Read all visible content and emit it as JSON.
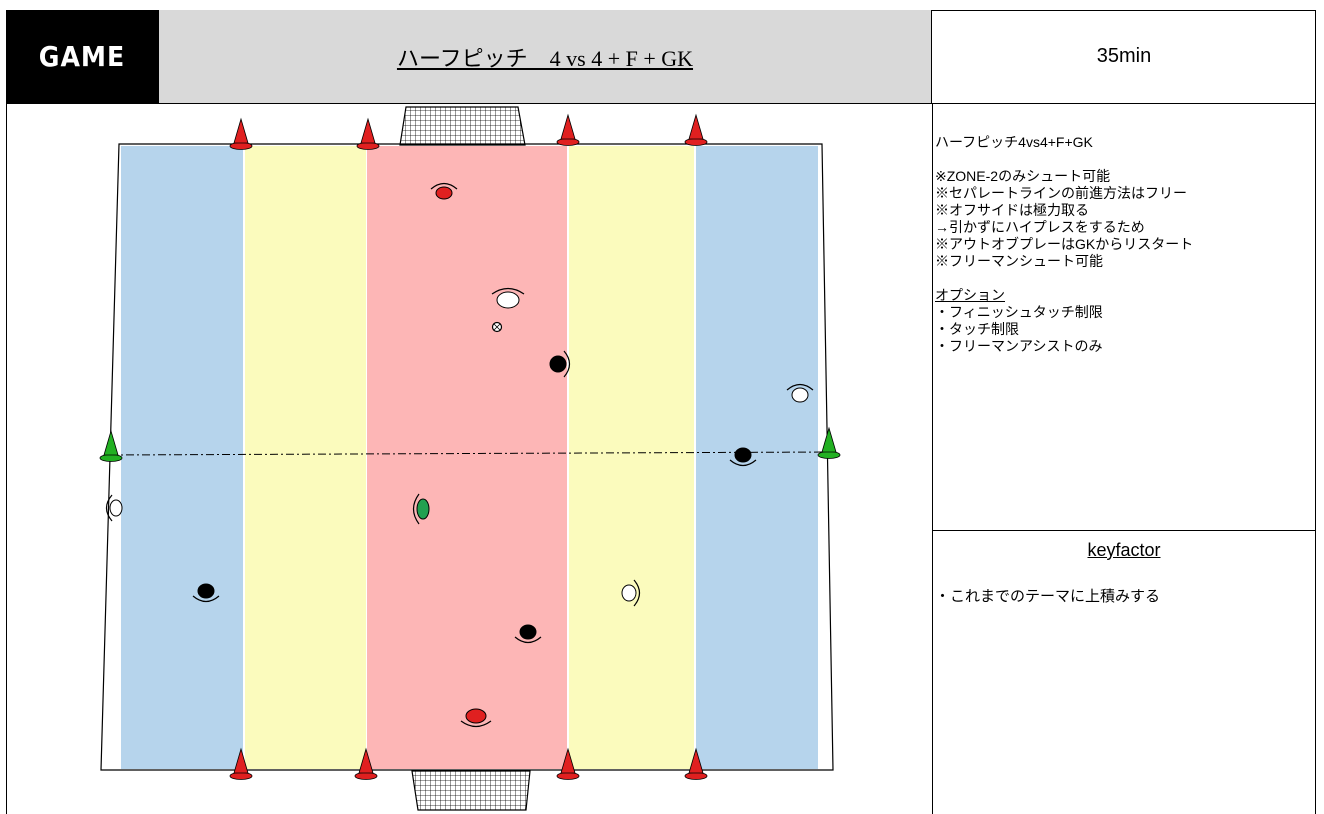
{
  "header": {
    "game_label": "GAME",
    "title": "ハーフピッチ　4 vs 4 + F + GK",
    "duration": "35min"
  },
  "description": {
    "lines": [
      "ハーフピッチ4vs4+F+GK",
      "",
      "※ZONE-2のみシュート可能",
      "※セパレートラインの前進方法はフリー",
      "※オフサイドは極力取る",
      "→引かずにハイプレスをするため",
      "※アウトオブプレーはGKからリスタート",
      "※フリーマンシュート可能",
      ""
    ],
    "options_heading": "オプション",
    "options": [
      "・フィニッシュタッチ制限",
      "・タッチ制限",
      "・フリーマンアシストのみ"
    ]
  },
  "keyfactor": {
    "title": "keyfactor",
    "text": "・これまでのテーマに上積みする"
  },
  "diagram": {
    "zone_colors": {
      "outer": "#b6d4ec",
      "middle": "#fbfbbd",
      "center": "#fdb6b6"
    },
    "cone_colors": {
      "red": "#e02020",
      "green": "#22b022"
    },
    "player_colors": {
      "gk": "#e02020",
      "black": "#000000",
      "white": "#ffffff",
      "freeman": "#22a050"
    }
  }
}
